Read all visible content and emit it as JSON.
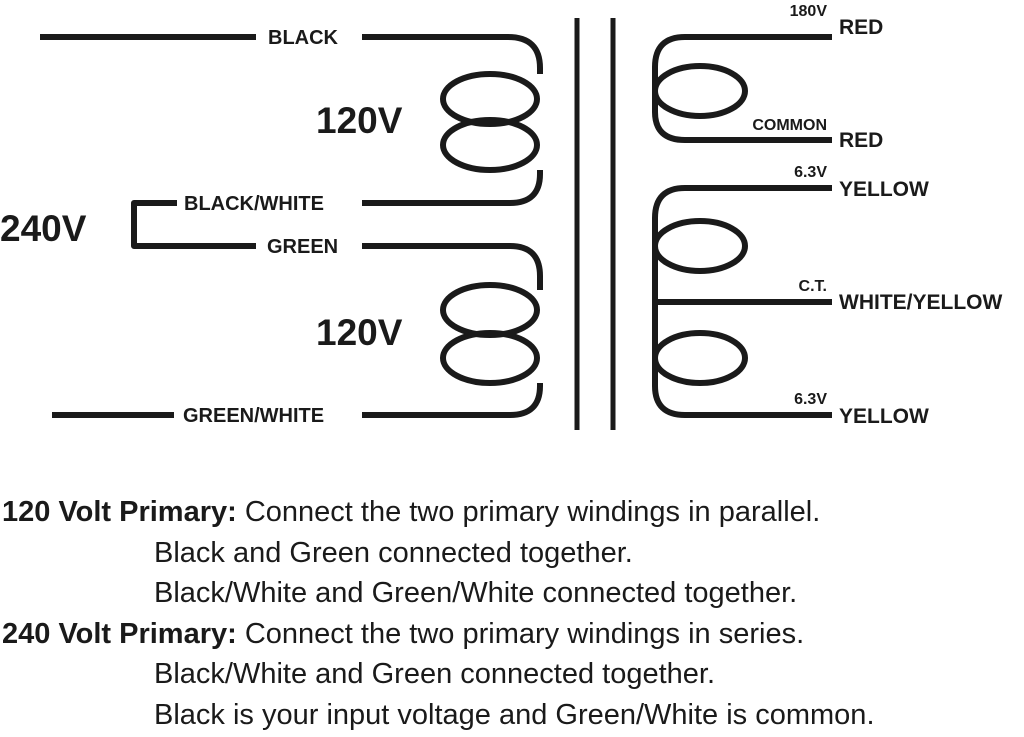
{
  "diagram": {
    "primary": {
      "top_winding_voltage": "120V",
      "bottom_winding_voltage": "120V",
      "series_voltage": "240V",
      "wires": {
        "black": "BLACK",
        "black_white": "BLACK/WHITE",
        "green": "GREEN",
        "green_white": "GREEN/WHITE"
      }
    },
    "secondary": {
      "high_voltage": {
        "voltage": "180V",
        "tap_label": "COMMON",
        "wire_top": "RED",
        "wire_bottom": "RED"
      },
      "filament": {
        "voltage_top": "6.3V",
        "center_tap": "C.T.",
        "voltage_bottom": "6.3V",
        "wire_top": "YELLOW",
        "wire_center": "WHITE/YELLOW",
        "wire_bottom": "YELLOW"
      }
    },
    "colors": {
      "ink": "#1a1a1a",
      "background": "#ffffff"
    }
  },
  "instructions": {
    "primary_120": {
      "heading": "120 Volt Primary:",
      "text": " Connect the two primary windings in parallel.",
      "details": [
        "Black and Green connected together.",
        "Black/White and Green/White connected together."
      ]
    },
    "primary_240": {
      "heading": "240 Volt Primary:",
      "text": " Connect the two primary windings in series.",
      "details": [
        "Black/White and Green connected together.",
        "Black is your input voltage and Green/White is common."
      ]
    }
  }
}
